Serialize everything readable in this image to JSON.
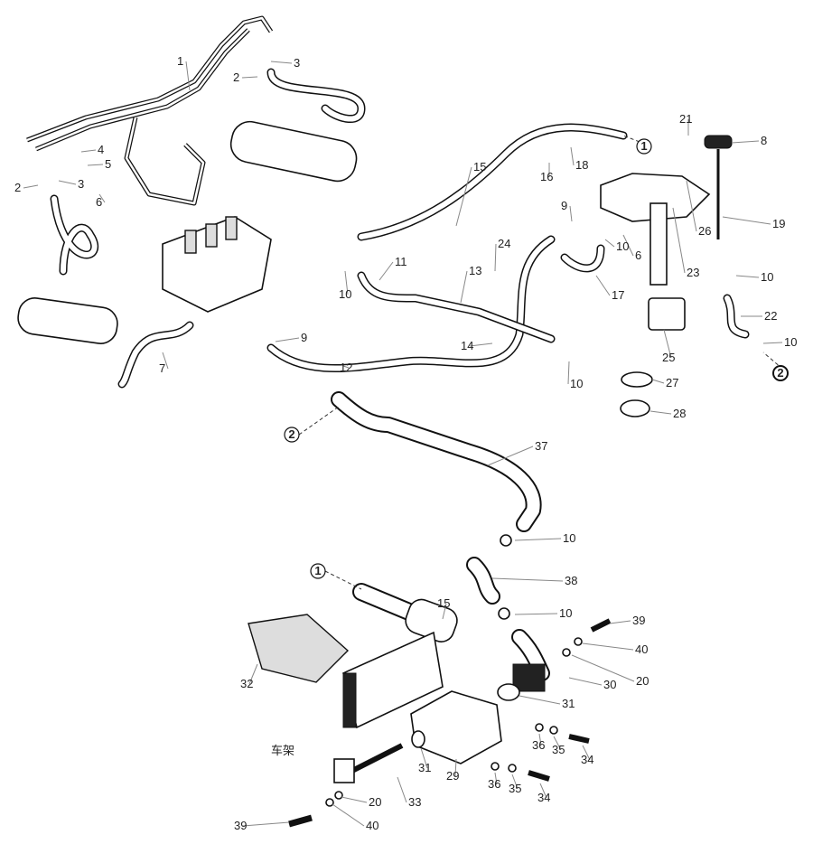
{
  "diagram": {
    "part_labels": [
      "1",
      "2",
      "3",
      "4",
      "5",
      "2",
      "3",
      "6",
      "7",
      "9",
      "10",
      "11",
      "12",
      "13",
      "14",
      "15",
      "16",
      "18",
      "21",
      "8",
      "9",
      "26",
      "19",
      "24",
      "10",
      "6",
      "17",
      "23",
      "10",
      "22",
      "10",
      "25",
      "10",
      "27",
      "28",
      "37",
      "10",
      "38",
      "15",
      "10",
      "39",
      "40",
      "32",
      "30",
      "20",
      "31",
      "36",
      "35",
      "34",
      "31",
      "29",
      "33",
      "36",
      "35",
      "34",
      "20",
      "39",
      "40"
    ],
    "circle_refs": [
      "1",
      "2",
      "2",
      "1"
    ],
    "frame_label": "车架"
  }
}
